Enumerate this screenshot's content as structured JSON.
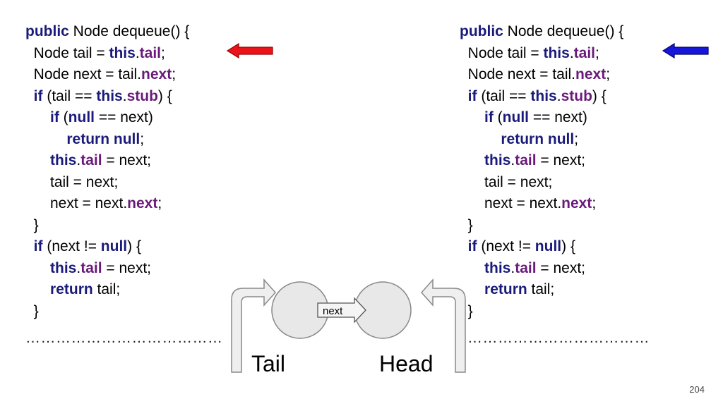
{
  "left_code": {
    "lines": [
      [
        {
          "t": "public",
          "c": "kw"
        },
        {
          "t": " Node dequeue() {",
          "c": "plain"
        }
      ],
      [
        {
          "t": "  Node tail = ",
          "c": "plain"
        },
        {
          "t": "this",
          "c": "kw"
        },
        {
          "t": ".",
          "c": "plain"
        },
        {
          "t": "tail",
          "c": "fld"
        },
        {
          "t": ";",
          "c": "plain"
        }
      ],
      [
        {
          "t": "  Node next = tail.",
          "c": "plain"
        },
        {
          "t": "next",
          "c": "fld"
        },
        {
          "t": ";",
          "c": "plain"
        }
      ],
      [
        {
          "t": "  ",
          "c": "plain"
        },
        {
          "t": "if",
          "c": "kw"
        },
        {
          "t": " (tail == ",
          "c": "plain"
        },
        {
          "t": "this",
          "c": "kw"
        },
        {
          "t": ".",
          "c": "plain"
        },
        {
          "t": "stub",
          "c": "fld"
        },
        {
          "t": ") {",
          "c": "plain"
        }
      ],
      [
        {
          "t": "      ",
          "c": "plain"
        },
        {
          "t": "if",
          "c": "kw"
        },
        {
          "t": " (",
          "c": "plain"
        },
        {
          "t": "null",
          "c": "kw"
        },
        {
          "t": " == next)",
          "c": "plain"
        }
      ],
      [
        {
          "t": "          ",
          "c": "plain"
        },
        {
          "t": "return null",
          "c": "kw"
        },
        {
          "t": ";",
          "c": "plain"
        }
      ],
      [
        {
          "t": "      ",
          "c": "plain"
        },
        {
          "t": "this",
          "c": "kw"
        },
        {
          "t": ".",
          "c": "plain"
        },
        {
          "t": "tail",
          "c": "fld"
        },
        {
          "t": " = next;",
          "c": "plain"
        }
      ],
      [
        {
          "t": "      tail = next;",
          "c": "plain"
        }
      ],
      [
        {
          "t": "      next = next.",
          "c": "plain"
        },
        {
          "t": "next",
          "c": "fld"
        },
        {
          "t": ";",
          "c": "plain"
        }
      ],
      [
        {
          "t": "  }",
          "c": "plain"
        }
      ],
      [
        {
          "t": "  ",
          "c": "plain"
        },
        {
          "t": "if",
          "c": "kw"
        },
        {
          "t": " (next != ",
          "c": "plain"
        },
        {
          "t": "null",
          "c": "kw"
        },
        {
          "t": ") {",
          "c": "plain"
        }
      ],
      [
        {
          "t": "      ",
          "c": "plain"
        },
        {
          "t": "this",
          "c": "kw"
        },
        {
          "t": ".",
          "c": "plain"
        },
        {
          "t": "tail",
          "c": "fld"
        },
        {
          "t": " = next;",
          "c": "plain"
        }
      ],
      [
        {
          "t": "      ",
          "c": "plain"
        },
        {
          "t": "return",
          "c": "kw"
        },
        {
          "t": " tail;",
          "c": "plain"
        }
      ],
      [
        {
          "t": "  }",
          "c": "plain"
        }
      ]
    ]
  },
  "right_code": {
    "lines": [
      [
        {
          "t": "public",
          "c": "kw"
        },
        {
          "t": " Node dequeue() {",
          "c": "plain"
        }
      ],
      [
        {
          "t": "  Node tail = ",
          "c": "plain"
        },
        {
          "t": "this",
          "c": "kw"
        },
        {
          "t": ".",
          "c": "plain"
        },
        {
          "t": "tail",
          "c": "fld"
        },
        {
          "t": ";",
          "c": "plain"
        }
      ],
      [
        {
          "t": "  Node next = tail.",
          "c": "plain"
        },
        {
          "t": "next",
          "c": "fld"
        },
        {
          "t": ";",
          "c": "plain"
        }
      ],
      [
        {
          "t": "  ",
          "c": "plain"
        },
        {
          "t": "if",
          "c": "kw"
        },
        {
          "t": " (tail == ",
          "c": "plain"
        },
        {
          "t": "this",
          "c": "kw"
        },
        {
          "t": ".",
          "c": "plain"
        },
        {
          "t": "stub",
          "c": "fld"
        },
        {
          "t": ") {",
          "c": "plain"
        }
      ],
      [
        {
          "t": "      ",
          "c": "plain"
        },
        {
          "t": "if",
          "c": "kw"
        },
        {
          "t": " (",
          "c": "plain"
        },
        {
          "t": "null",
          "c": "kw"
        },
        {
          "t": " == next)",
          "c": "plain"
        }
      ],
      [
        {
          "t": "          ",
          "c": "plain"
        },
        {
          "t": "return null",
          "c": "kw"
        },
        {
          "t": ";",
          "c": "plain"
        }
      ],
      [
        {
          "t": "      ",
          "c": "plain"
        },
        {
          "t": "this",
          "c": "kw"
        },
        {
          "t": ".",
          "c": "plain"
        },
        {
          "t": "tail",
          "c": "fld"
        },
        {
          "t": " = next;",
          "c": "plain"
        }
      ],
      [
        {
          "t": "      tail = next;",
          "c": "plain"
        }
      ],
      [
        {
          "t": "      next = next.",
          "c": "plain"
        },
        {
          "t": "next",
          "c": "fld"
        },
        {
          "t": ";",
          "c": "plain"
        }
      ],
      [
        {
          "t": "  }",
          "c": "plain"
        }
      ],
      [
        {
          "t": "  ",
          "c": "plain"
        },
        {
          "t": "if",
          "c": "kw"
        },
        {
          "t": " (next != ",
          "c": "plain"
        },
        {
          "t": "null",
          "c": "kw"
        },
        {
          "t": ") {",
          "c": "plain"
        }
      ],
      [
        {
          "t": "      ",
          "c": "plain"
        },
        {
          "t": "this",
          "c": "kw"
        },
        {
          "t": ".",
          "c": "plain"
        },
        {
          "t": "tail",
          "c": "fld"
        },
        {
          "t": " = next;",
          "c": "plain"
        }
      ],
      [
        {
          "t": "      ",
          "c": "plain"
        },
        {
          "t": "return",
          "c": "kw"
        },
        {
          "t": " tail;",
          "c": "plain"
        }
      ],
      [
        {
          "t": "  }",
          "c": "plain"
        }
      ]
    ]
  },
  "separator_left": "…………………………………",
  "separator_right": "………………………………",
  "pointers": {
    "left_color": "#e8141a",
    "right_color": "#1717d9"
  },
  "diagram": {
    "next_label": "next",
    "tail_label": "Tail",
    "head_label": "Head"
  },
  "slide_number": "204",
  "colors": {
    "keyword": "#1a1a7a",
    "field": "#6a1a7a",
    "node_fill": "#e8e8e8",
    "node_stroke": "#888888"
  }
}
